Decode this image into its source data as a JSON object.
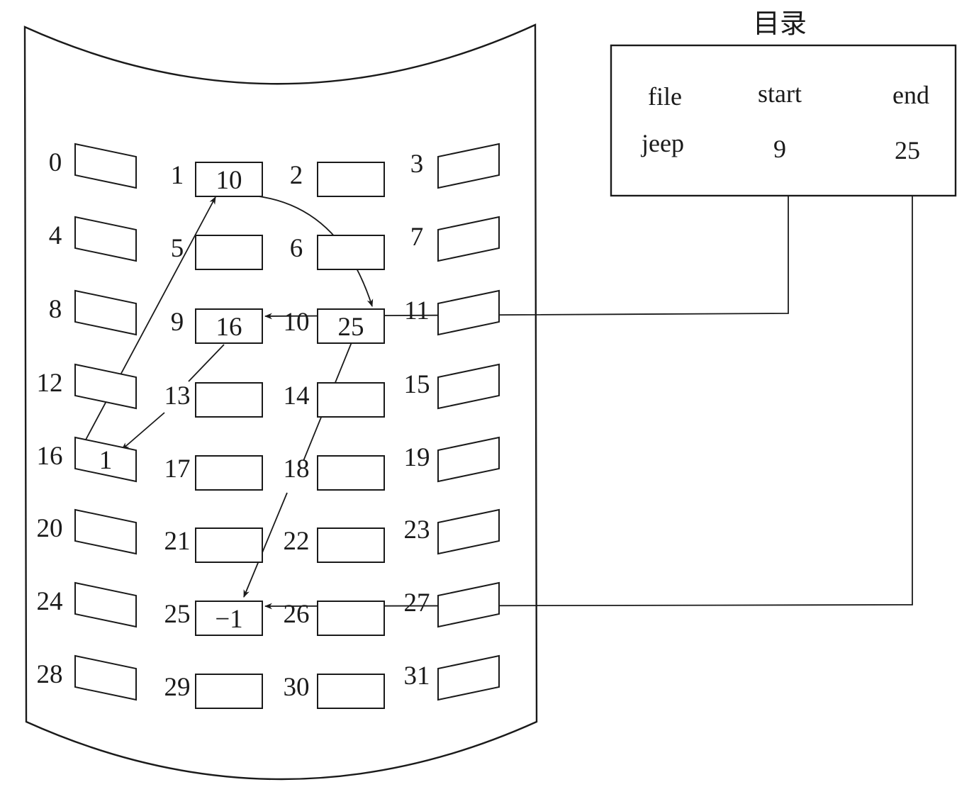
{
  "directory": {
    "title": "目录",
    "headers": {
      "file": "file",
      "start": "start",
      "end": "end"
    },
    "entry": {
      "file": "jeep",
      "start": "9",
      "end": "25"
    }
  },
  "blocks": [
    {
      "index": "0",
      "value": ""
    },
    {
      "index": "1",
      "value": "10"
    },
    {
      "index": "2",
      "value": ""
    },
    {
      "index": "3",
      "value": ""
    },
    {
      "index": "4",
      "value": ""
    },
    {
      "index": "5",
      "value": ""
    },
    {
      "index": "6",
      "value": ""
    },
    {
      "index": "7",
      "value": ""
    },
    {
      "index": "8",
      "value": ""
    },
    {
      "index": "9",
      "value": "16"
    },
    {
      "index": "10",
      "value": "25"
    },
    {
      "index": "11",
      "value": ""
    },
    {
      "index": "12",
      "value": ""
    },
    {
      "index": "13",
      "value": ""
    },
    {
      "index": "14",
      "value": ""
    },
    {
      "index": "15",
      "value": ""
    },
    {
      "index": "16",
      "value": "1"
    },
    {
      "index": "17",
      "value": ""
    },
    {
      "index": "18",
      "value": ""
    },
    {
      "index": "19",
      "value": ""
    },
    {
      "index": "20",
      "value": ""
    },
    {
      "index": "21",
      "value": ""
    },
    {
      "index": "22",
      "value": ""
    },
    {
      "index": "23",
      "value": ""
    },
    {
      "index": "24",
      "value": ""
    },
    {
      "index": "25",
      "value": "−1"
    },
    {
      "index": "26",
      "value": ""
    },
    {
      "index": "27",
      "value": ""
    },
    {
      "index": "28",
      "value": ""
    },
    {
      "index": "29",
      "value": ""
    },
    {
      "index": "30",
      "value": ""
    },
    {
      "index": "31",
      "value": ""
    }
  ],
  "chain": [
    "9",
    "16",
    "1",
    "10",
    "25"
  ]
}
